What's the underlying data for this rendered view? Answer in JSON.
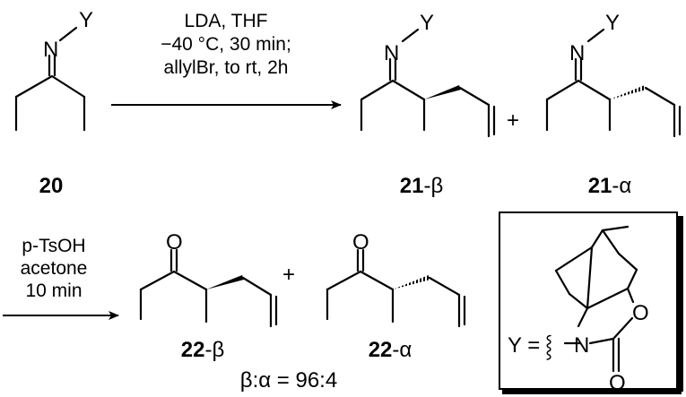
{
  "atoms": {
    "N": "N",
    "Y": "Y",
    "O": "O"
  },
  "step1": {
    "conditions": [
      "LDA, THF",
      "−40 °C, 30 min;",
      "allylBr, to rt, 2h"
    ]
  },
  "step2": {
    "conditions": [
      "p-TsOH",
      "acetone",
      "10 min"
    ]
  },
  "compounds": {
    "c20": "20",
    "c21": "21",
    "c22": "22",
    "beta_suffix": "-β",
    "alpha_suffix": "-α"
  },
  "plus": "+",
  "ratio": "β:α = 96:4",
  "aux": {
    "y_equals": "Y =",
    "wavy": "⸾",
    "n": "N",
    "o_ring": "O",
    "o_carbonyl": "O"
  }
}
